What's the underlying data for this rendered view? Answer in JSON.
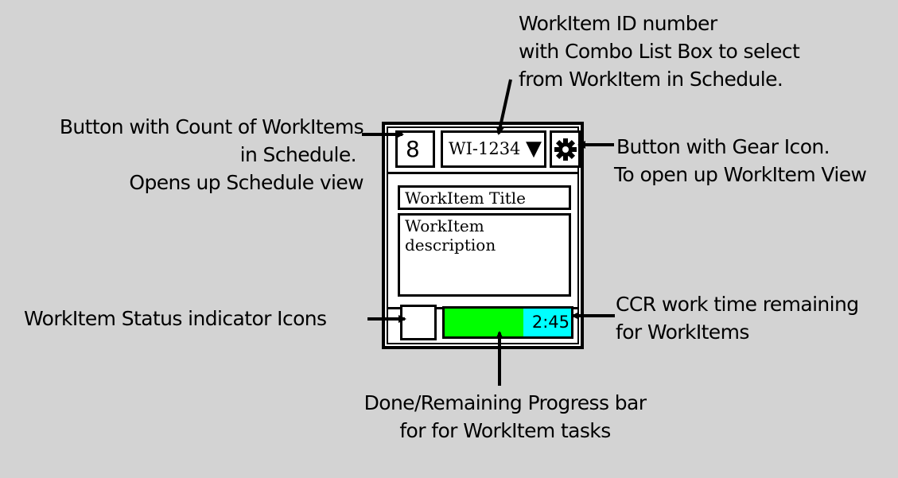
{
  "annotations": {
    "workitem_id": [
      "WorkItem ID number",
      "with Combo List Box to select",
      "from WorkItem in Schedule."
    ],
    "count_button": [
      "Button with Count of WorkItems",
      "in Schedule.",
      "Opens up Schedule view"
    ],
    "gear_button": [
      "Button with Gear Icon.",
      "To open up WorkItem View"
    ],
    "status_icons": [
      "WorkItem Status indicator  Icons"
    ],
    "ccr_time": [
      "CCR work time remaining",
      "for WorkItems"
    ],
    "progress_bar": [
      "Done/Remaining Progress bar",
      "for for WorkItem tasks"
    ]
  },
  "widget": {
    "count": "8",
    "workitem_id": "WI-1234",
    "combo_caret": "▼",
    "gear_icon": "gear-icon",
    "title": "WorkItem Title",
    "description": "WorkItem description",
    "progress": {
      "done_fraction": 0.62,
      "time_remaining": "2:45"
    }
  },
  "colors": {
    "background": "#d3d3d3",
    "progress_done": "#00ff00",
    "progress_remaining": "#00ffff"
  }
}
